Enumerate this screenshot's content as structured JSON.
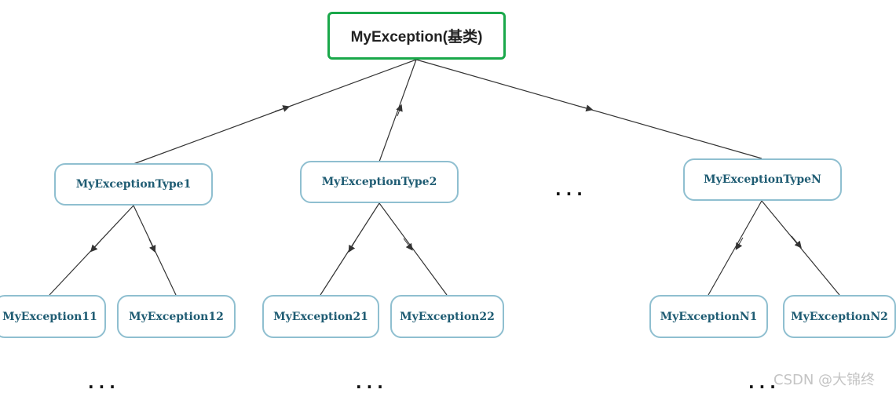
{
  "root": {
    "label": "MyException(基类)"
  },
  "types": [
    {
      "label": "MyExceptionType1"
    },
    {
      "label": "MyExceptionType2"
    },
    {
      "label": "MyExceptionTypeN"
    }
  ],
  "leaves": [
    {
      "label": "MyException11"
    },
    {
      "label": "MyException12"
    },
    {
      "label": "MyException21"
    },
    {
      "label": "MyException22"
    },
    {
      "label": "MyExceptionN1"
    },
    {
      "label": "MyExceptionN2"
    }
  ],
  "ellipsis": "...",
  "watermark": "CSDN @大锦终",
  "colors": {
    "root_border": "#1aa84a",
    "node_border": "#8fbfd0",
    "node_text": "#1f5c73",
    "edge": "#333333"
  }
}
